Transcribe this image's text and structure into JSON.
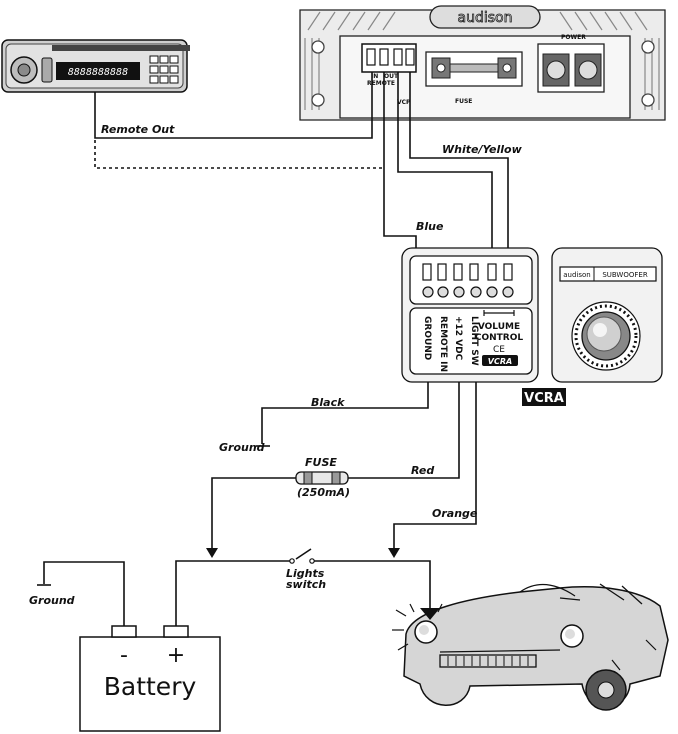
{
  "amplifier": {
    "brand": "audison",
    "power_label": "POWER",
    "fuse_label": "FUSE",
    "port_labels": [
      "IN",
      "OUT"
    ],
    "remote_label": "REMOTE",
    "vcp_label": "VCP"
  },
  "head_unit": {
    "display": "8888888888"
  },
  "wires": {
    "remote_out": "Remote Out",
    "white_yellow": "White/Yellow",
    "blue": "Blue",
    "black": "Black",
    "red": "Red",
    "orange": "Orange"
  },
  "vcra": {
    "terminals": [
      "GROUND",
      "REMOTE IN",
      "+12 VDC",
      "LIGHT SW"
    ],
    "volume_control": [
      "VOLUME",
      "CONTROL"
    ],
    "ce_mark": "CE",
    "badge": "VCRA"
  },
  "subwoofer_control": {
    "brand": "audison",
    "label": "SUBWOOFER"
  },
  "vcra_caption": "VCRA",
  "ground_labels": [
    "Ground",
    "Ground"
  ],
  "fuse": {
    "label": "FUSE",
    "rating": "(250mA)"
  },
  "lights_switch": [
    "Lights",
    "switch"
  ],
  "battery": {
    "label": "Battery",
    "minus": "-",
    "plus": "+"
  }
}
